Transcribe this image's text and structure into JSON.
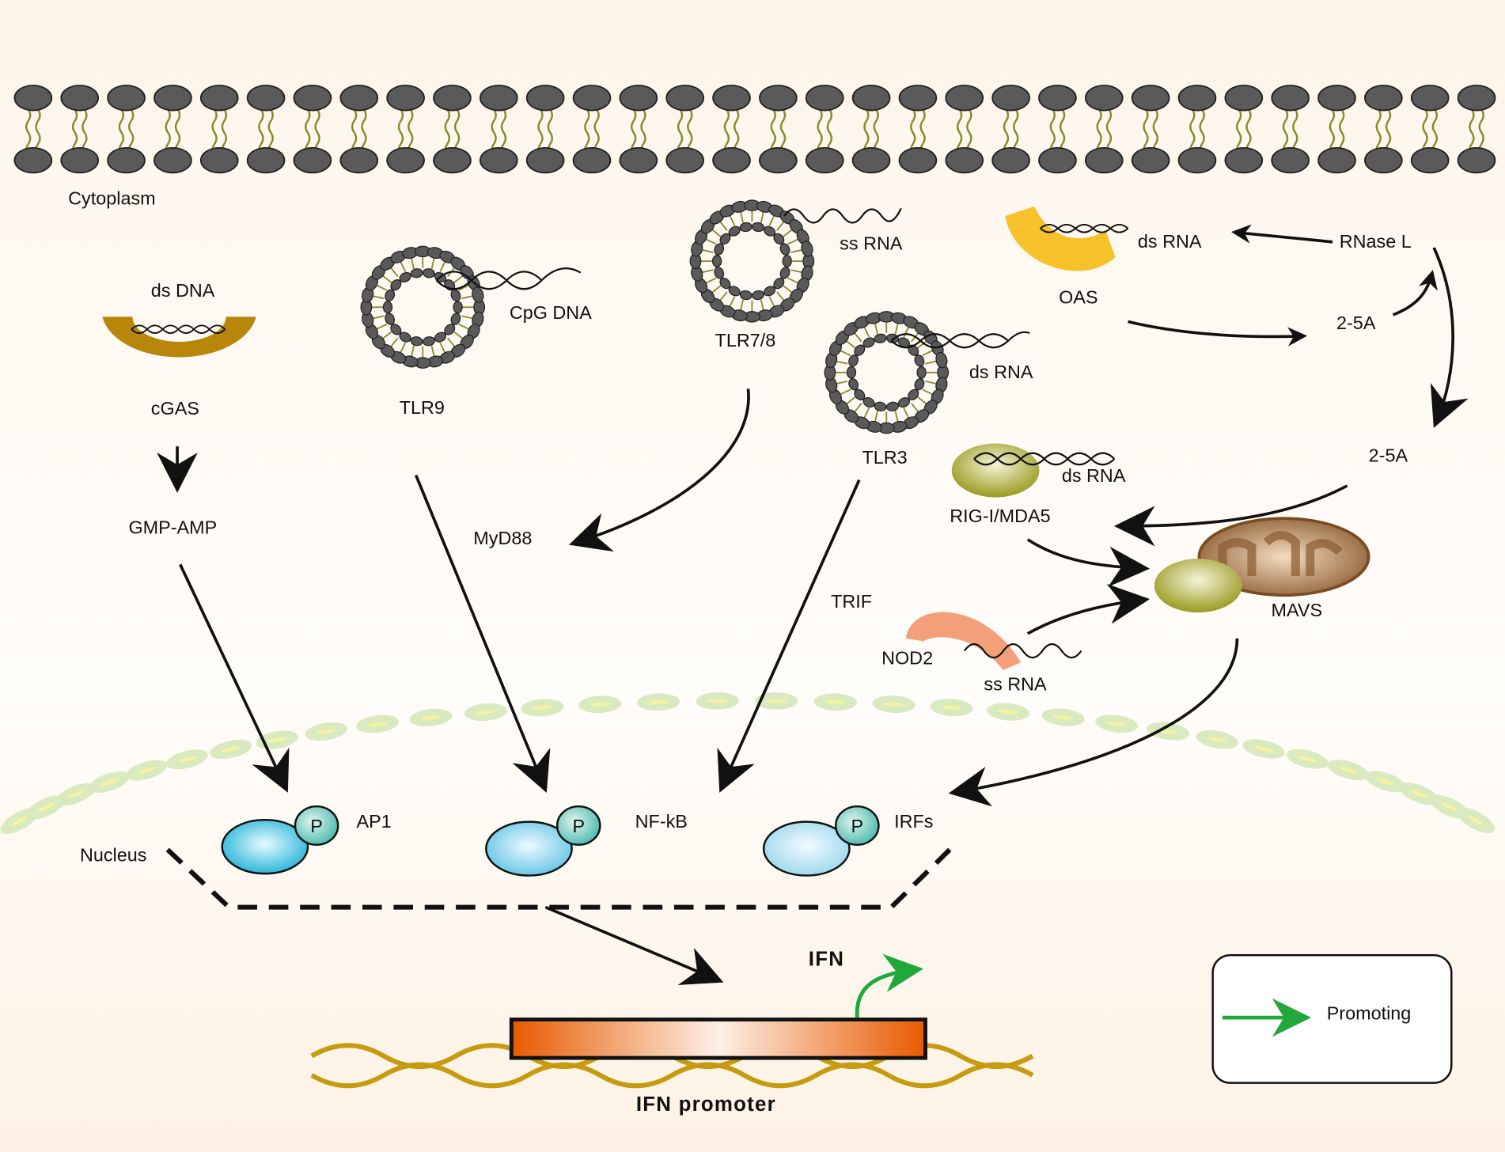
{
  "labels": {
    "cytoplasm": "Cytoplasm",
    "ds_dna": "ds DNA",
    "cgas": "cGAS",
    "gmp_amp": "GMP-AMP",
    "cpg_dna": "CpG DNA",
    "tlr9": "TLR9",
    "ss_rna_tlr78": "ss RNA",
    "tlr78": "TLR7/8",
    "myd88": "MyD88",
    "ds_rna_tlr3": "ds RNA",
    "tlr3": "TLR3",
    "trif": "TRIF",
    "ds_rna_oas": "ds RNA",
    "oas": "OAS",
    "rnase_l": "RNase L",
    "two_5a_top": "2-5A",
    "two_5a_bottom": "2-5A",
    "rig_i": "RIG-I/MDA5",
    "ds_rna_rig": "ds RNA",
    "mavs": "MAVS",
    "nod2": "NOD2",
    "ss_rna_nod2": "ss RNA",
    "nucleus": "Nucleus",
    "ap1": "AP1",
    "nfkb": "NF-kB",
    "irfs": "IRFs",
    "p": "P",
    "ifn": "IFN",
    "ifn_promoter": "IFN promoter"
  },
  "legend": {
    "promoting": "Promoting"
  },
  "colors": {
    "promoting": "#22a83a",
    "membrane_head": "#5a5a5a",
    "cgas": "#b8860b",
    "oas": "#f6c12a",
    "nod2": "#f3a07a",
    "gene": "#e85a00"
  }
}
